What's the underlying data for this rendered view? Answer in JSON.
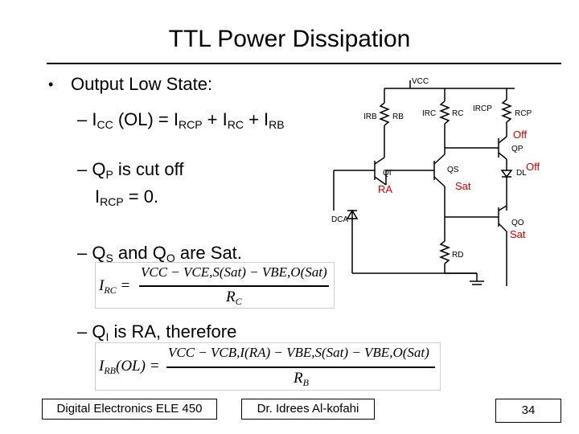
{
  "slide": {
    "title": "TTL Power Dissipation",
    "bullet_symbol": "•",
    "heading": "Output Low State:",
    "line1": {
      "a": "– I",
      "b": "CC",
      "c": " (OL) = I",
      "d": "RCP",
      "e": " + I",
      "f": "RC",
      "g": " + I",
      "h": "RB"
    },
    "line2": {
      "a": "– Q",
      "b": "P",
      "c": " is cut off"
    },
    "line3": {
      "a": "I",
      "b": "RCP",
      "c": " = 0."
    },
    "line4": {
      "a": "– Q",
      "b": "S",
      "c": " and Q",
      "d": "O",
      "e": " are Sat."
    },
    "line5": {
      "a": "– Q",
      "b": "I",
      "c": " is RA, therefore"
    }
  },
  "equations": {
    "irc": {
      "lhs_a": "I",
      "lhs_b": "RC",
      "lhs_c": " =",
      "num": "V",
      "num_full": "VCC − VCE,S(Sat) − VBE,O(Sat)",
      "den_a": "R",
      "den_b": "C"
    },
    "irb": {
      "lhs_a": "I",
      "lhs_b": "RB",
      "lhs_c": "(OL) =",
      "num_full": "VCC − VCB,I(RA) − VBE,S(Sat) − VBE,O(Sat)",
      "den_a": "R",
      "den_b": "B"
    }
  },
  "circuit": {
    "vcc": "VCC",
    "irb": "IRB",
    "rb": "RB",
    "irc": "IRC",
    "rc": "RC",
    "ircp": "IRCP",
    "rcp": "RCP",
    "qp_state": "Off",
    "qp": "QP",
    "qi": "QI",
    "qi_state": "RA",
    "qs": "QS",
    "qs_state": "Sat",
    "dl": "DL",
    "dl_state": "Off",
    "dca": "DCA",
    "qo": "QO",
    "qo_state": "Sat",
    "rd": "RD"
  },
  "footer": {
    "course": "Digital Electronics ELE 450",
    "author": "Dr. Idrees Al-kofahi",
    "page": "34"
  },
  "colors": {
    "state_text": "#cc0000",
    "text": "#000000"
  }
}
